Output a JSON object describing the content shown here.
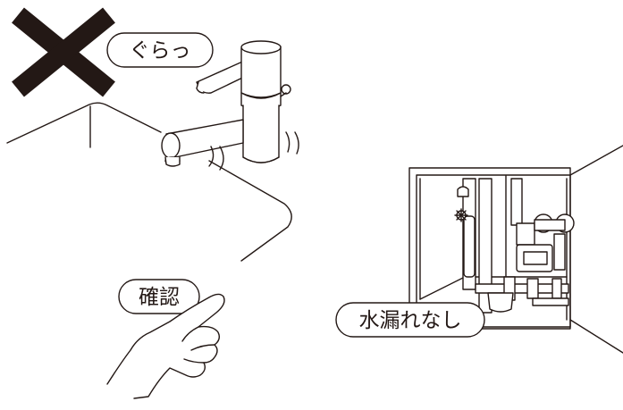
{
  "labels": {
    "wobble": "ぐらっ",
    "confirm": "確認",
    "no_leak": "水漏れなし"
  },
  "colors": {
    "line": "#231815",
    "fill": "#ffffff",
    "mark": "#231815"
  },
  "icons": [
    "cross-mark-icon",
    "faucet-icon",
    "pointing-hand-icon",
    "water-pipe-cabinet-icon"
  ]
}
